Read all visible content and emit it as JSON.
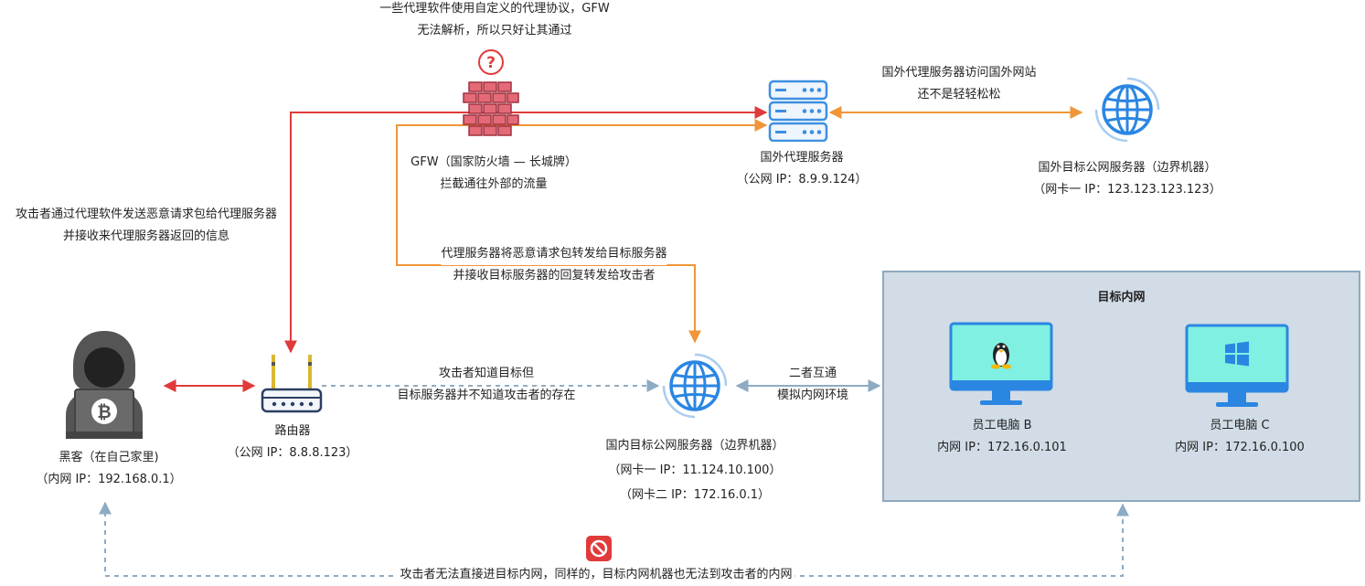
{
  "gfw": {
    "note_line1": "一些代理软件使用自定义的代理协议，GFW",
    "note_line2": "无法解析，所以只好让其通过",
    "label_line1": "GFW（国家防火墙 — 长城牌）",
    "label_line2": "拦截通往外部的流量",
    "icon": "firewall-brick-icon",
    "question_icon": "question-circle-icon"
  },
  "proxy_server": {
    "name": "国外代理服务器",
    "ip": "（公网 IP：8.9.9.124）",
    "icon": "server-rack-icon"
  },
  "proxy_to_target_note": {
    "line1": "国外代理服务器访问国外网站",
    "line2": "还不是轻轻松松"
  },
  "foreign_target": {
    "name": "国外目标公网服务器（边界机器）",
    "ip": "（网卡一 IP：123.123.123.123）",
    "icon": "globe-icon"
  },
  "attacker_note": {
    "line1": "攻击者通过代理软件发送恶意请求包给代理服务器",
    "line2": "并接收来代理服务器返回的信息"
  },
  "forward_note": {
    "line1": "代理服务器将恶意请求包转发给目标服务器",
    "line2": "并接收目标服务器的回复转发给攻击者"
  },
  "hacker": {
    "name": "黑客（在自己家里)",
    "ip": "（内网 IP：192.168.0.1）",
    "icon": "hacker-bitcoin-icon"
  },
  "router": {
    "name": "路由器",
    "ip": "（公网 IP：8.8.8.123）",
    "icon": "router-icon"
  },
  "knows_note": {
    "line1": "攻击者知道目标但",
    "line2": "目标服务器并不知道攻击者的存在"
  },
  "domestic_target": {
    "name": "国内目标公网服务器（边界机器）",
    "ip1": "（网卡一 IP：11.124.10.100）",
    "ip2": "（网卡二 IP：172.16.0.1）",
    "icon": "globe-icon"
  },
  "interconnect_note": {
    "line1": "二者互通",
    "line2": "模拟内网环境"
  },
  "intranet": {
    "title": "目标内网",
    "pc_b": {
      "name": "员工电脑 B",
      "ip": "内网 IP：172.16.0.101",
      "icon": "linux-monitor-icon"
    },
    "pc_c": {
      "name": "员工电脑 C",
      "ip": "内网 IP：172.16.0.100",
      "icon": "windows-monitor-icon"
    }
  },
  "blocked_note": {
    "text": "攻击者无法直接进目标内网，同样的，目标内网机器也无法到攻击者的内网",
    "icon": "no-entry-icon"
  },
  "colors": {
    "red_path": "#e03a3a",
    "orange_path": "#f0953a",
    "blue_dashed": "#8eabc4",
    "blue_solid": "#8eabc4",
    "server_blue": "#3d8fe0",
    "intranet_bg": "#d1dce6"
  }
}
